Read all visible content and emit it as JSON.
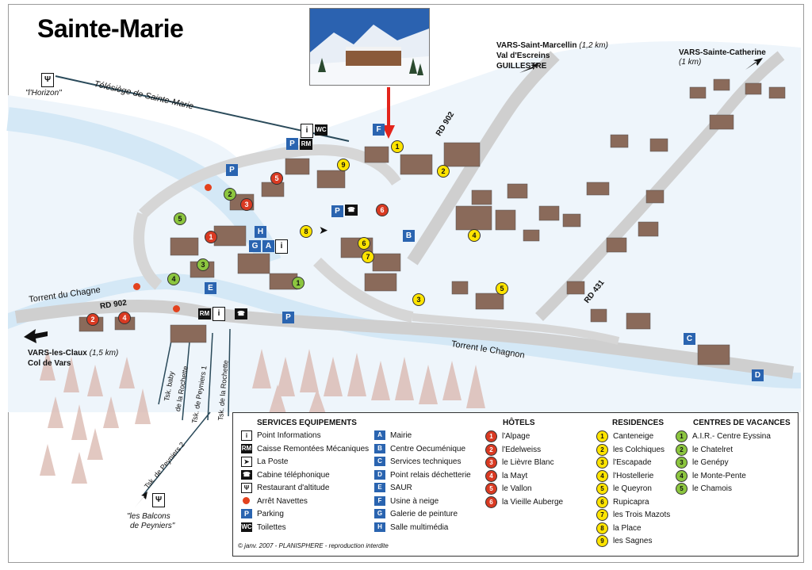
{
  "title": "Sainte-Marie",
  "place_labels": {
    "horizon": "\"l'Horizon\"",
    "telesiege": "Télésiège     de     Sainte-Marie",
    "marcellin_1": "VARS-Saint-Marcellin",
    "marcellin_dist": "(1,2 km)",
    "marcellin_2": "Val d'Escreins",
    "marcellin_3": "GUILLESTRE",
    "catherine_1": "VARS-Sainte-Catherine",
    "catherine_dist": "(1 km)",
    "rd902_top": "RD 902",
    "rd902_left": "RD 902",
    "rd431": "RD 431",
    "torrent_chagne": "Torrent   du   Chagne",
    "torrent_chagnon": "Torrent        le        Chagnon",
    "claux_1": "VARS-les-Claux",
    "claux_dist": "(1,5 km)",
    "claux_2": "Col de Vars",
    "tsk_baby": "Tsk. baby",
    "tsk_baby_2": "de la Rochette",
    "tsk_peyniers1": "Tsk. de Peyniers 1",
    "tsk_rochette": "Tsk. de la Rochette",
    "tsk_peyniers2": "Tsk. de Peyniers 2",
    "balcons_1": "\"les Balcons",
    "balcons_2": "de Peyniers\"",
    "wc": "WC",
    "rm": "RM"
  },
  "colors": {
    "snow": "#e9f2fa",
    "river": "#cfe6f6",
    "road": "#c9c9c9",
    "hotel": "#d93a22",
    "residence": "#ffe400",
    "centre": "#8cc63f",
    "service_blue": "#2a64b0",
    "arrow_red": "#e3241b"
  },
  "legend": {
    "services": {
      "title": "SERVICES EQUIPEMENTS",
      "items": [
        {
          "icon": "info-icon",
          "glyph": "i",
          "label": "Point Informations"
        },
        {
          "icon": "ski-lift-cash-icon",
          "glyph": "RM",
          "label": "Caisse Remontées Mécaniques"
        },
        {
          "icon": "post-icon",
          "glyph": "➤",
          "label": "La Poste"
        },
        {
          "icon": "phone-icon",
          "glyph": "☎",
          "label": "Cabine téléphonique"
        },
        {
          "icon": "restaurant-icon",
          "glyph": "Ψ",
          "label": "Restaurant d'altitude"
        },
        {
          "icon": "shuttle-stop-icon",
          "glyph": "",
          "label": "Arrêt Navettes"
        },
        {
          "icon": "parking-icon",
          "glyph": "P",
          "label": "Parking"
        },
        {
          "icon": "toilets-icon",
          "glyph": "WC",
          "label": "Toilettes"
        }
      ]
    },
    "letters": {
      "items": [
        {
          "letter": "A",
          "label": "Mairie"
        },
        {
          "letter": "B",
          "label": "Centre Oecuménique"
        },
        {
          "letter": "C",
          "label": "Services techniques"
        },
        {
          "letter": "D",
          "label": "Point relais déchetterie"
        },
        {
          "letter": "E",
          "label": "SAUR"
        },
        {
          "letter": "F",
          "label": "Usine à neige"
        },
        {
          "letter": "G",
          "label": "Galerie de peinture"
        },
        {
          "letter": "H",
          "label": "Salle multimédia"
        }
      ]
    },
    "hotels": {
      "title": "HÔTELS",
      "items": [
        {
          "n": "1",
          "label": "l'Alpage"
        },
        {
          "n": "2",
          "label": "l'Edelweiss"
        },
        {
          "n": "3",
          "label": "le Lièvre Blanc"
        },
        {
          "n": "4",
          "label": "la Mayt"
        },
        {
          "n": "5",
          "label": "le Vallon"
        },
        {
          "n": "6",
          "label": "la Vieille Auberge"
        }
      ]
    },
    "residences": {
      "title": "RESIDENCES",
      "items": [
        {
          "n": "1",
          "label": "Canteneige"
        },
        {
          "n": "2",
          "label": "les Colchiques"
        },
        {
          "n": "3",
          "label": "l'Escapade"
        },
        {
          "n": "4",
          "label": "l'Hostellerie"
        },
        {
          "n": "5",
          "label": "le Queyron"
        },
        {
          "n": "6",
          "label": "Rupicapra"
        },
        {
          "n": "7",
          "label": "les Trois Mazots"
        },
        {
          "n": "8",
          "label": "la Place"
        },
        {
          "n": "9",
          "label": "les Sagnes"
        }
      ]
    },
    "centres": {
      "title": "CENTRES DE VACANCES",
      "items": [
        {
          "n": "1",
          "label": "A.I.R.- Centre Eyssina"
        },
        {
          "n": "2",
          "label": "le Chatelret"
        },
        {
          "n": "3",
          "label": "le Genépy"
        },
        {
          "n": "4",
          "label": "le Monte-Pente"
        },
        {
          "n": "5",
          "label": "le Chamois"
        }
      ]
    },
    "copyright": "© janv. 2007 - PLANISPHERE - reproduction interdite"
  }
}
